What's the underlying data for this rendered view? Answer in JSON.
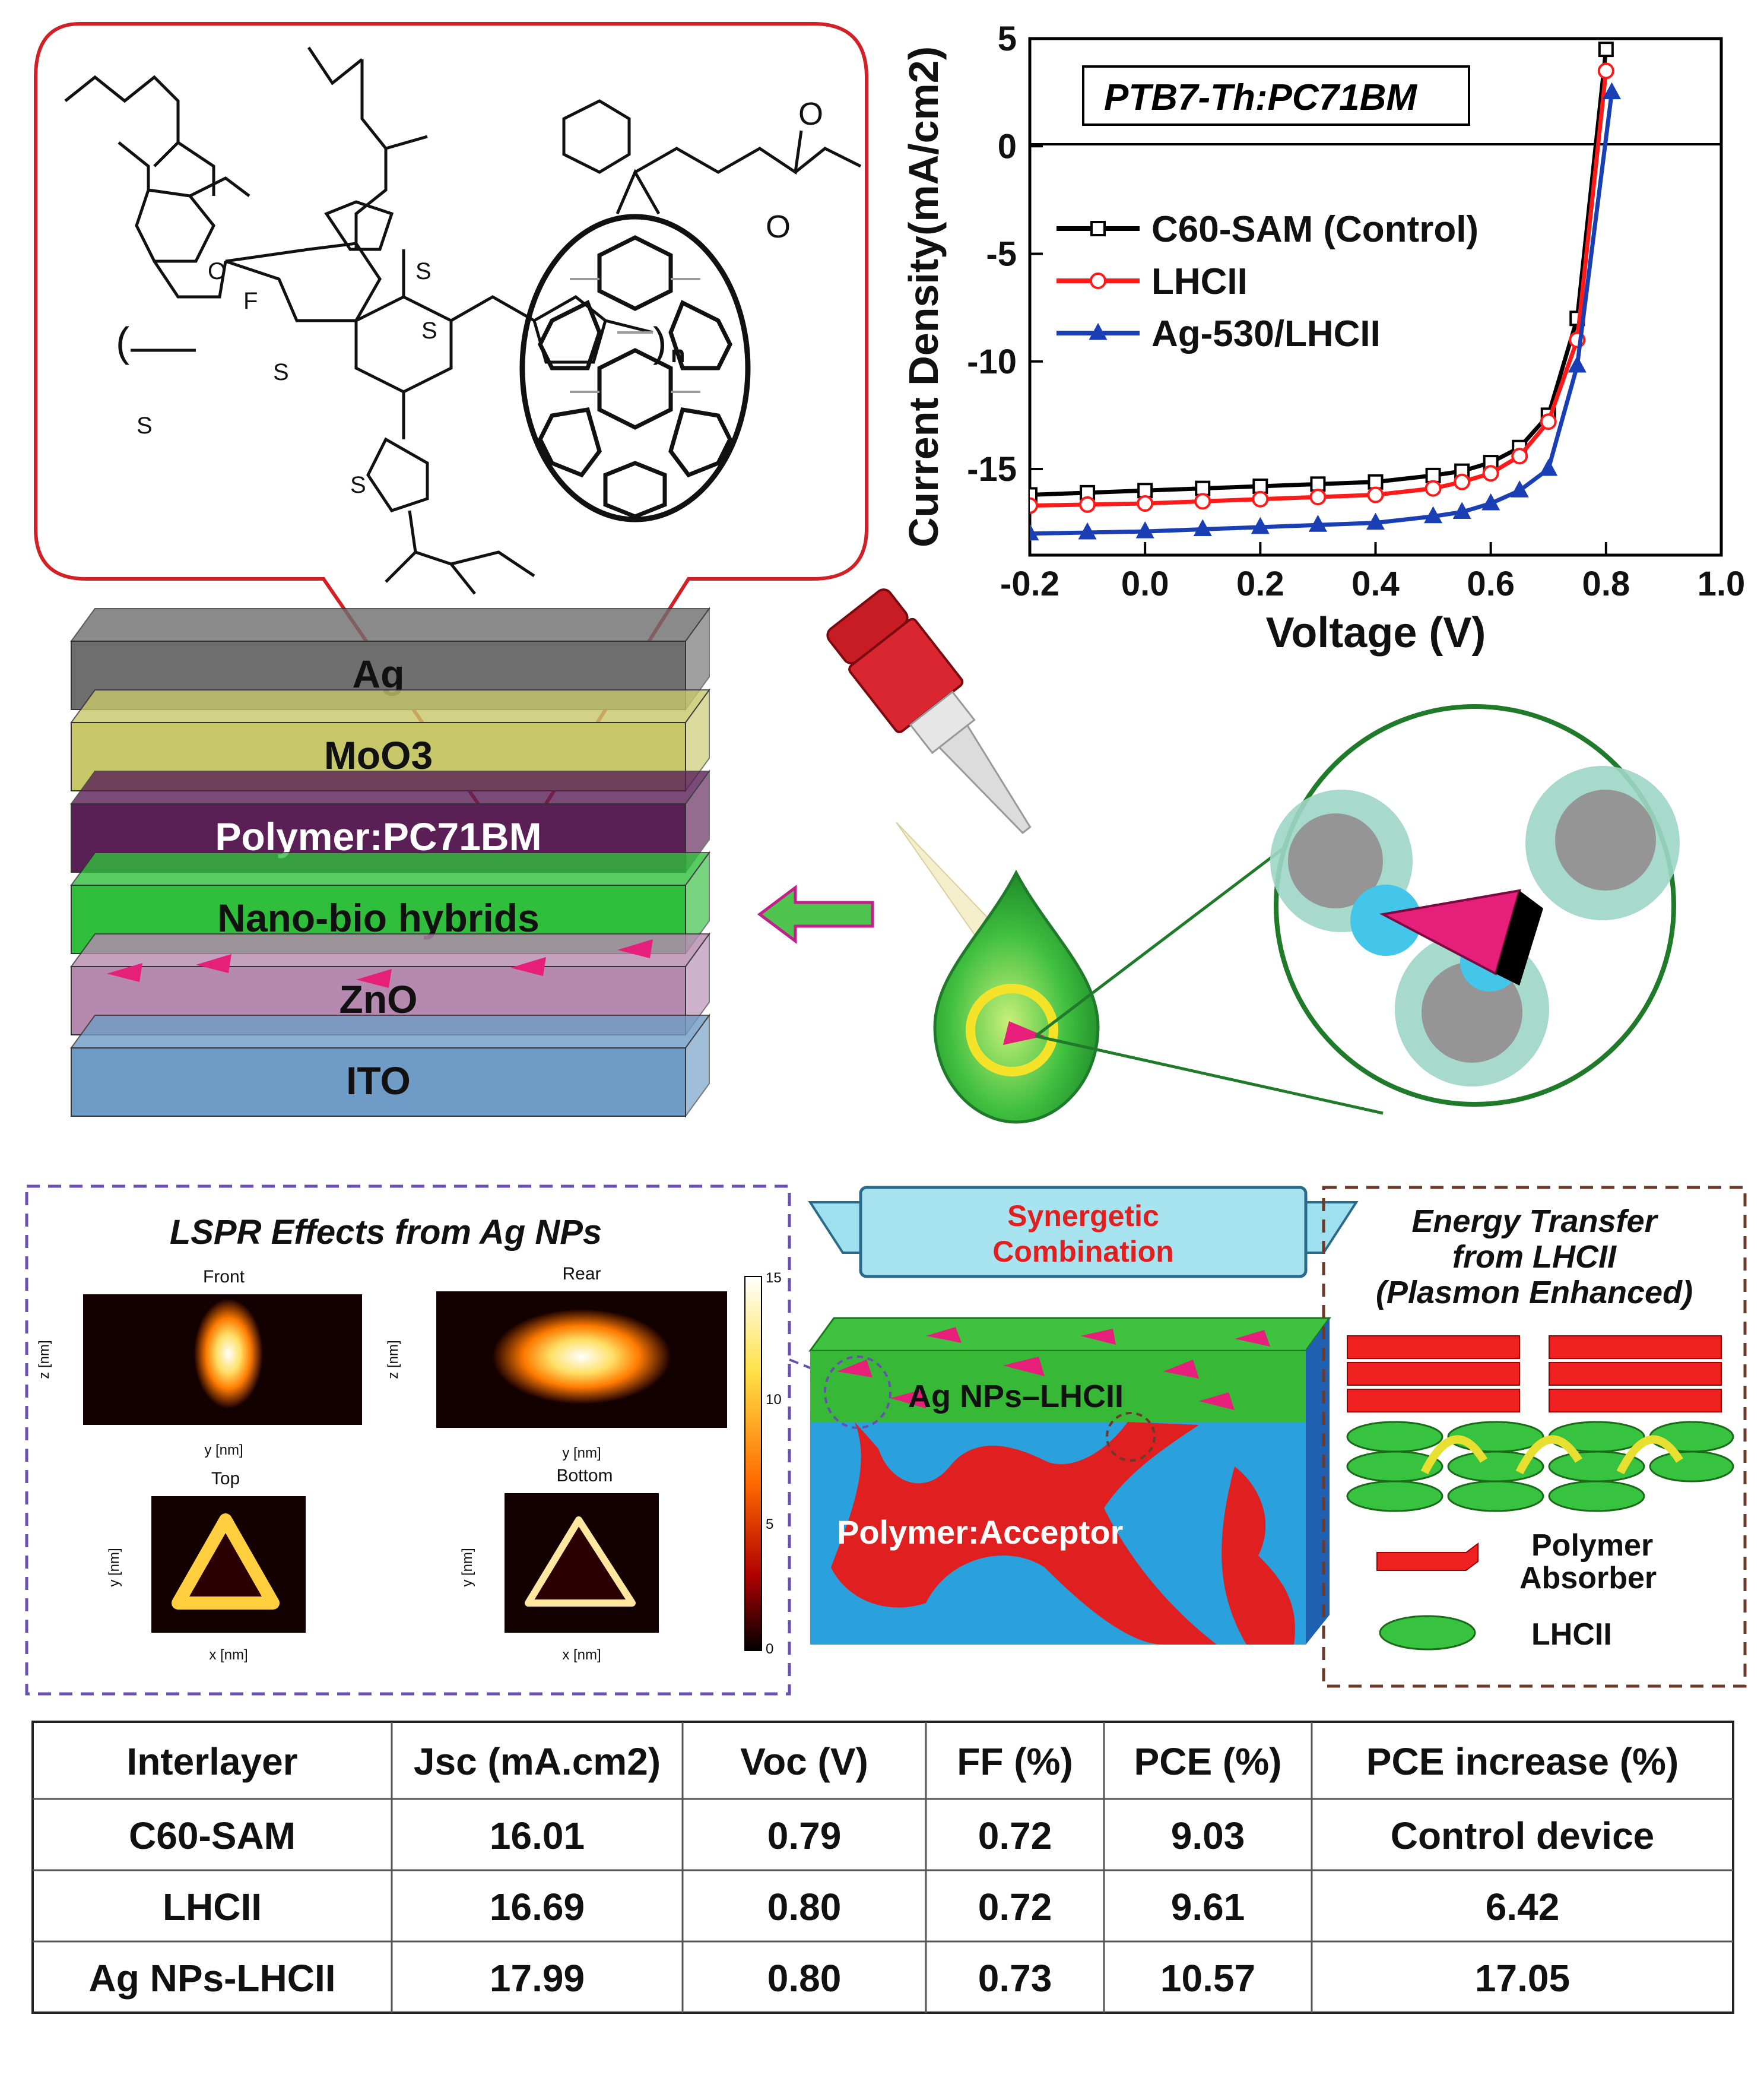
{
  "device_stack": {
    "layers": [
      {
        "label": "Ag",
        "color": "#6e6e6e"
      },
      {
        "label": "MoO3",
        "color": "#c8c86a"
      },
      {
        "label": "Polymer:PC71BM",
        "color": "#5a1f55"
      },
      {
        "label": "Nano-bio hybrids",
        "color": "#2fbf3c"
      },
      {
        "label": "ZnO",
        "color": "#b68ab0"
      },
      {
        "label": "ITO",
        "color": "#6f9cc6"
      }
    ]
  },
  "jv_plot": {
    "inset_label": "PTB7-Th:PC71BM",
    "xlabel": "Voltage (V)",
    "ylabel": "Current Density(mA/cm2)",
    "legend": [
      "C60-SAM (Control)",
      "LHCII",
      "Ag-530/LHCII"
    ]
  },
  "lspr_panel": {
    "title": "LSPR Effects from Ag NPs",
    "maps": [
      {
        "title": "Front",
        "xlabel": "y [nm]",
        "ylabel": "z [nm]"
      },
      {
        "title": "Rear",
        "xlabel": "y [nm]",
        "ylabel": "z [nm]"
      },
      {
        "title": "Top",
        "xlabel": "x [nm]",
        "ylabel": "y [nm]"
      },
      {
        "title": "Bottom",
        "xlabel": "x [nm]",
        "ylabel": "y [nm]"
      }
    ],
    "colorbar_ticks": [
      "15",
      "10",
      "5",
      "0"
    ]
  },
  "banner": {
    "line1": "Synergetic",
    "line2": "Combination"
  },
  "block_labels": {
    "top": "Ag NPs–LHCII",
    "bottom": "Polymer:Acceptor"
  },
  "energy_panel": {
    "title1": "Energy Transfer",
    "title2": "from LHCII",
    "title3": "(Plasmon Enhanced)",
    "legend_polymer1": "Polymer",
    "legend_polymer2": "Absorber",
    "legend_lhcii": "LHCII"
  },
  "table": {
    "headers": [
      "Interlayer",
      "Jsc (mA.cm2)",
      "Voc (V)",
      "FF (%)",
      "PCE (%)",
      "PCE increase (%)"
    ],
    "rows": [
      [
        "C60-SAM",
        "16.01",
        "0.79",
        "0.72",
        "9.03",
        "Control device"
      ],
      [
        "LHCII",
        "16.69",
        "0.80",
        "0.72",
        "9.61",
        "6.42"
      ],
      [
        "Ag NPs-LHCII",
        "17.99",
        "0.80",
        "0.73",
        "10.57",
        "17.05"
      ]
    ]
  },
  "chart_data": {
    "type": "line",
    "xlabel": "Voltage (V)",
    "ylabel": "Current Density(mA/cm2)",
    "xlim": [
      -0.2,
      1.0
    ],
    "ylim": [
      -19,
      5
    ],
    "xticks": [
      "-0.2",
      "0.0",
      "0.2",
      "0.4",
      "0.6",
      "0.8",
      "1.0"
    ],
    "yticks": [
      "5",
      "0",
      "-5",
      "-10",
      "-15"
    ],
    "series": [
      {
        "name": "C60-SAM (Control)",
        "color": "#000000",
        "marker": "square",
        "x": [
          -0.2,
          -0.1,
          0.0,
          0.1,
          0.2,
          0.3,
          0.4,
          0.5,
          0.55,
          0.6,
          0.65,
          0.7,
          0.75,
          0.8
        ],
        "y": [
          -16.2,
          -16.1,
          -16.0,
          -15.9,
          -15.8,
          -15.7,
          -15.6,
          -15.3,
          -15.1,
          -14.7,
          -14.0,
          -12.5,
          -8.0,
          4.5
        ]
      },
      {
        "name": "LHCII",
        "color": "#ff1a1a",
        "marker": "circle",
        "x": [
          -0.2,
          -0.1,
          0.0,
          0.1,
          0.2,
          0.3,
          0.4,
          0.5,
          0.55,
          0.6,
          0.65,
          0.7,
          0.75,
          0.8
        ],
        "y": [
          -16.7,
          -16.65,
          -16.6,
          -16.5,
          -16.4,
          -16.3,
          -16.2,
          -15.9,
          -15.6,
          -15.2,
          -14.4,
          -12.8,
          -9.0,
          3.5
        ]
      },
      {
        "name": "Ag-530/LHCII",
        "color": "#1a3fb5",
        "marker": "triangle",
        "x": [
          -0.2,
          -0.1,
          0.0,
          0.1,
          0.2,
          0.3,
          0.4,
          0.5,
          0.55,
          0.6,
          0.65,
          0.7,
          0.75,
          0.81
        ],
        "y": [
          -18.0,
          -17.95,
          -17.9,
          -17.8,
          -17.7,
          -17.6,
          -17.5,
          -17.2,
          -17.0,
          -16.6,
          -16.0,
          -15.0,
          -10.2,
          2.5
        ]
      }
    ]
  }
}
